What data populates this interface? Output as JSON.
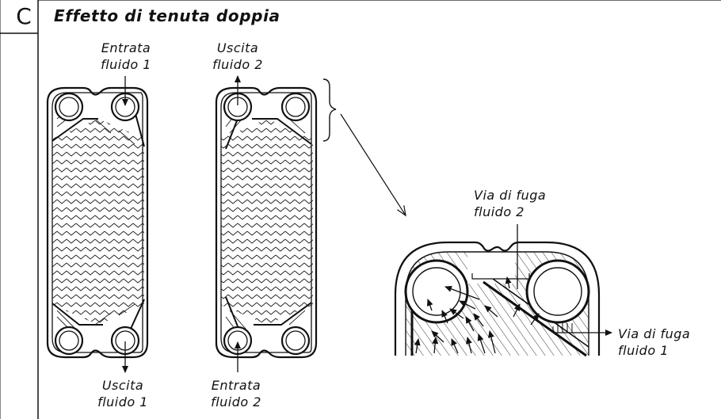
{
  "section_letter": "C",
  "title": "Effetto di tenuta doppia",
  "labels": {
    "in1": [
      "Entrata",
      "fluido 1"
    ],
    "out2": [
      "Uscita",
      "fluido 2"
    ],
    "out1": [
      "Uscita",
      "fluido 1"
    ],
    "in2": [
      "Entrata",
      "fluido 2"
    ],
    "leak2": [
      "Via di fuga",
      "fluido 2"
    ],
    "leak1": [
      "Via di fuga",
      "fluido 1"
    ]
  },
  "colors": {
    "ink": "#111111",
    "background": "#ffffff"
  }
}
